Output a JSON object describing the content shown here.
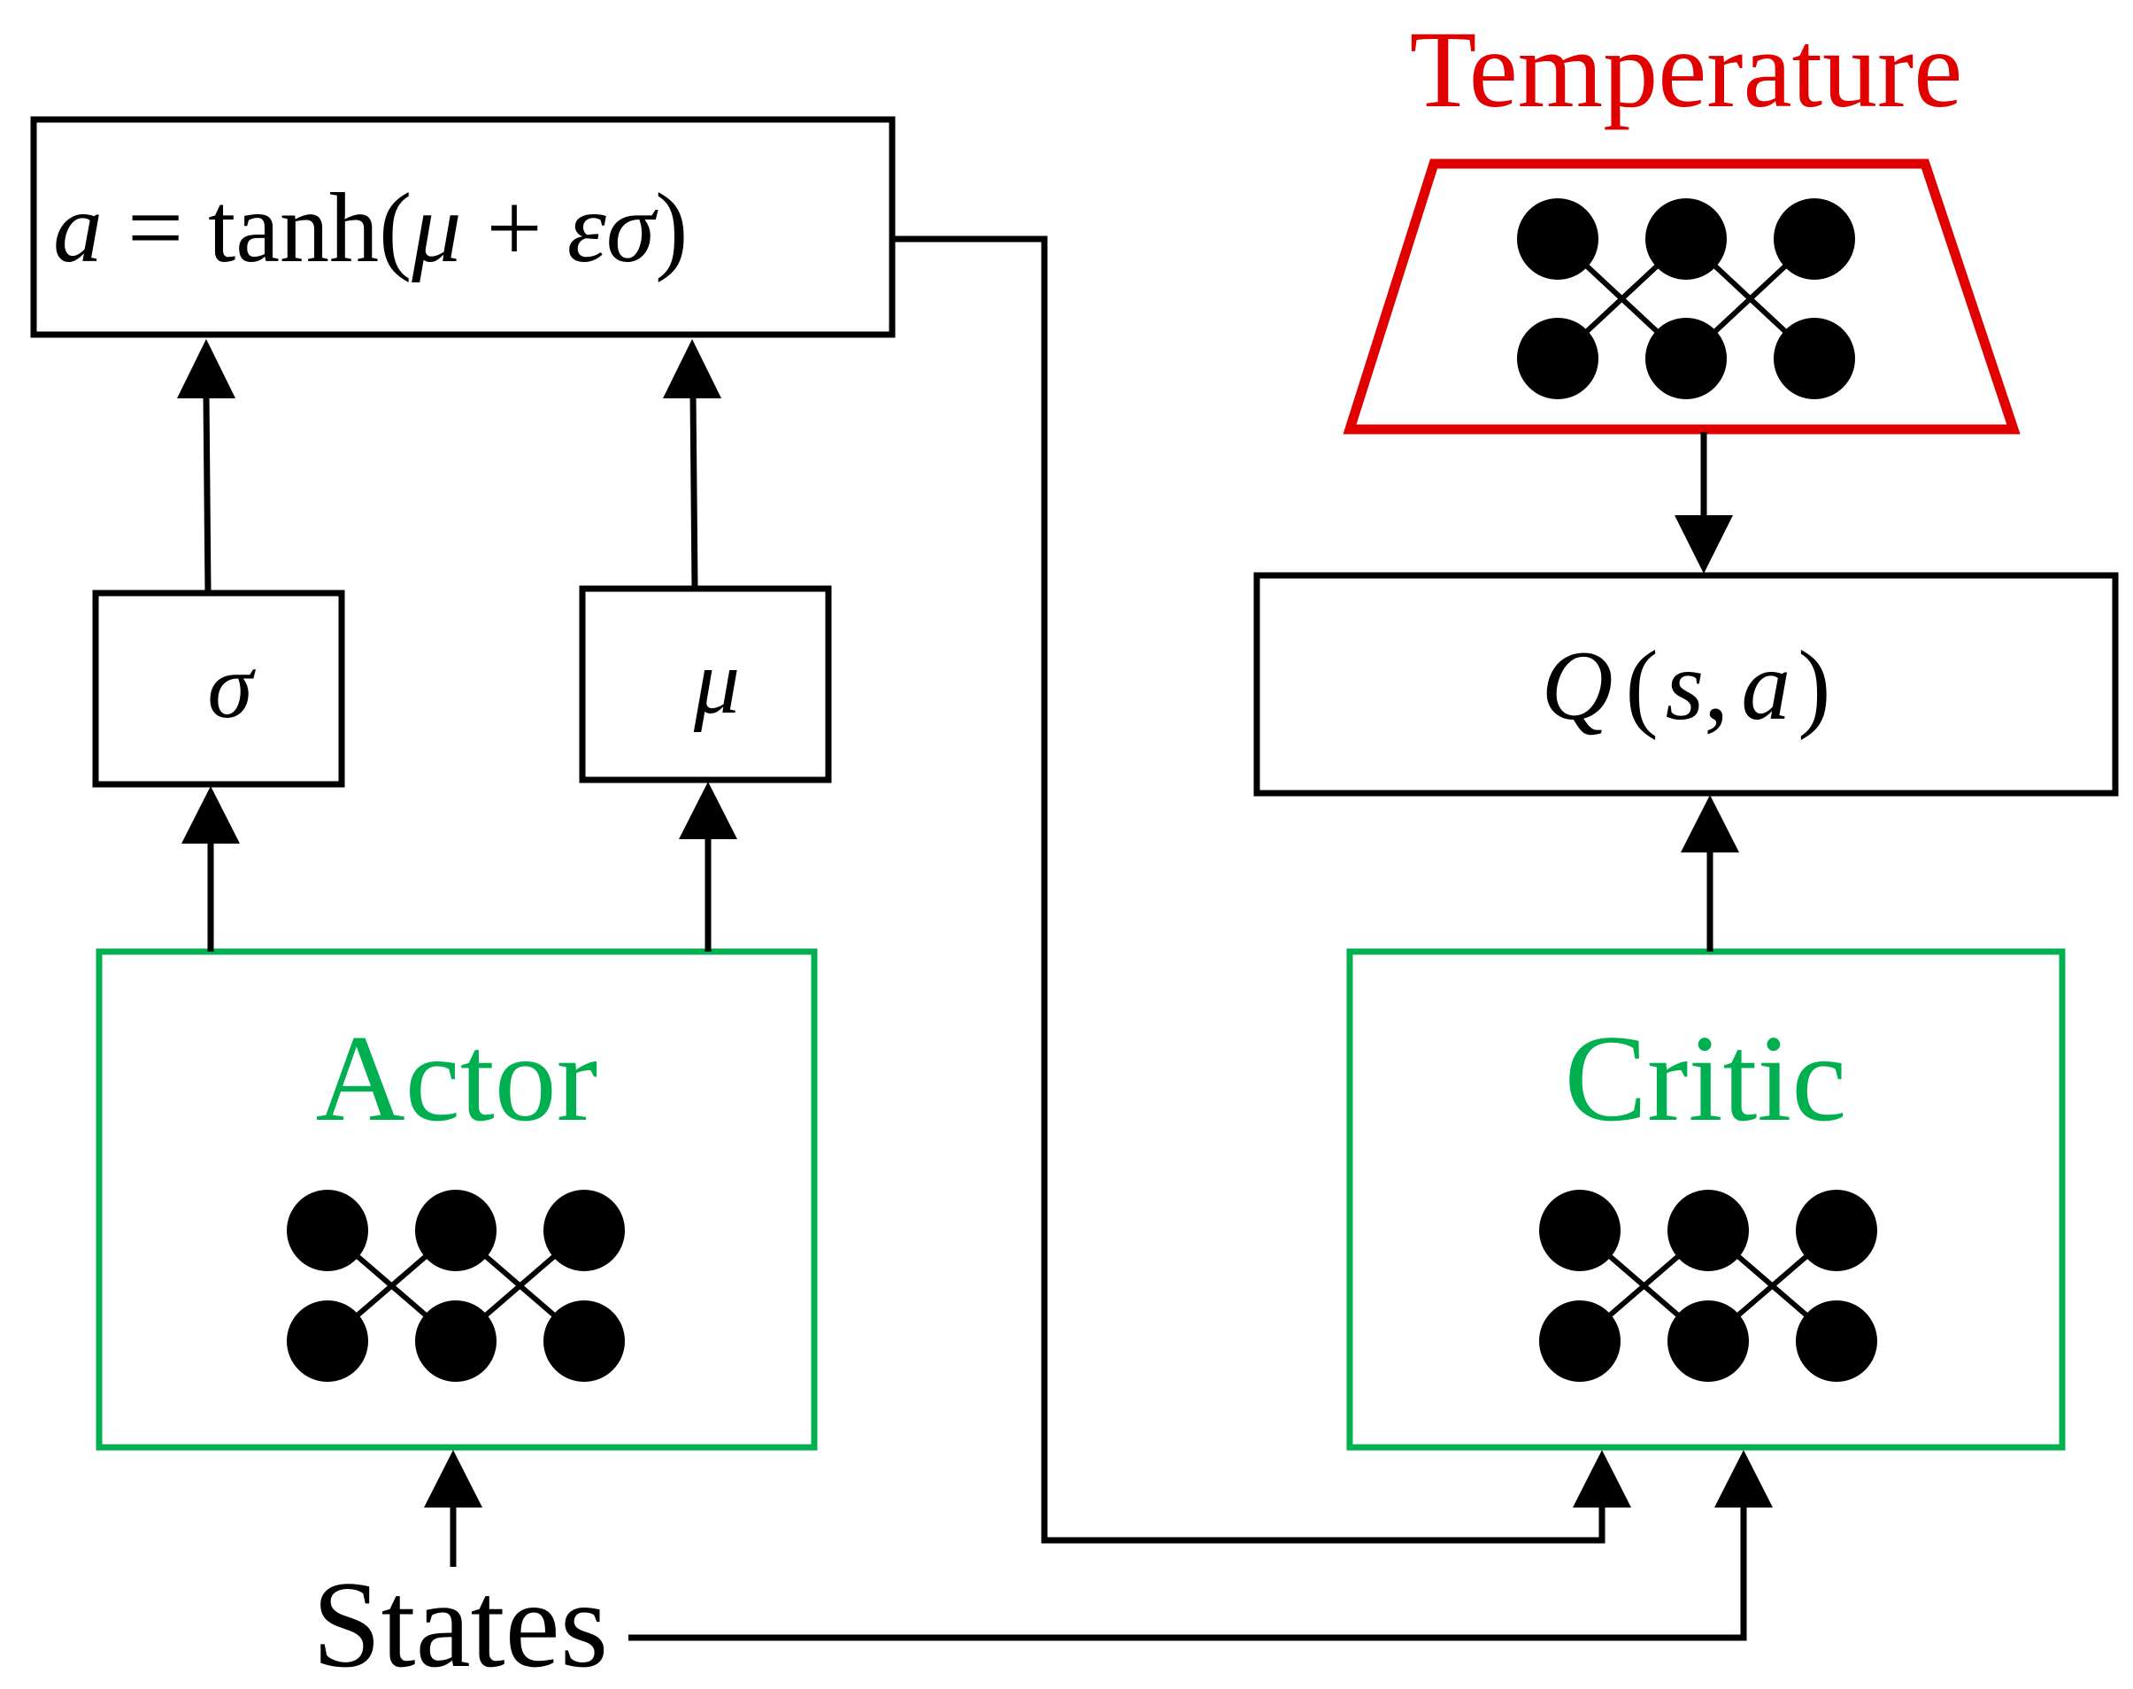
{
  "temperature": {
    "label": "Temperature",
    "color": "#e00000"
  },
  "actor": {
    "label": "Actor",
    "color": "#00b050"
  },
  "critic": {
    "label": "Critic",
    "color": "#00b050"
  },
  "states": {
    "label": "States"
  },
  "formula": {
    "a": "a",
    "equals": " = tanh(",
    "mu": "μ",
    "plus": " + ",
    "eps_sigma": "εσ",
    "close": ")"
  },
  "sigma_box": {
    "symbol": "σ"
  },
  "mu_box": {
    "symbol": "μ"
  },
  "q_box": {
    "Q": "Q",
    "open": "(",
    "s": "s",
    "comma": ",",
    "a": "a",
    "close": ")"
  },
  "icons": [
    "neural-network-icon"
  ]
}
